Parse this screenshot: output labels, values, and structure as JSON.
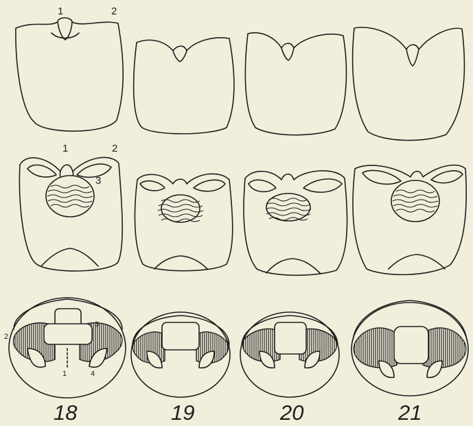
{
  "figure_numbers": [
    "18",
    "19",
    "20",
    "21"
  ],
  "row1_labels": {
    "a": "1",
    "b": "2"
  },
  "row2_labels": {
    "a": "1",
    "b": "2",
    "c": "3"
  },
  "row3_labels": {
    "a": "2",
    "b": "3",
    "c": "1",
    "d": "4"
  },
  "colors": {
    "paper": "#f1efdc",
    "ink": "#1e1e1e"
  }
}
